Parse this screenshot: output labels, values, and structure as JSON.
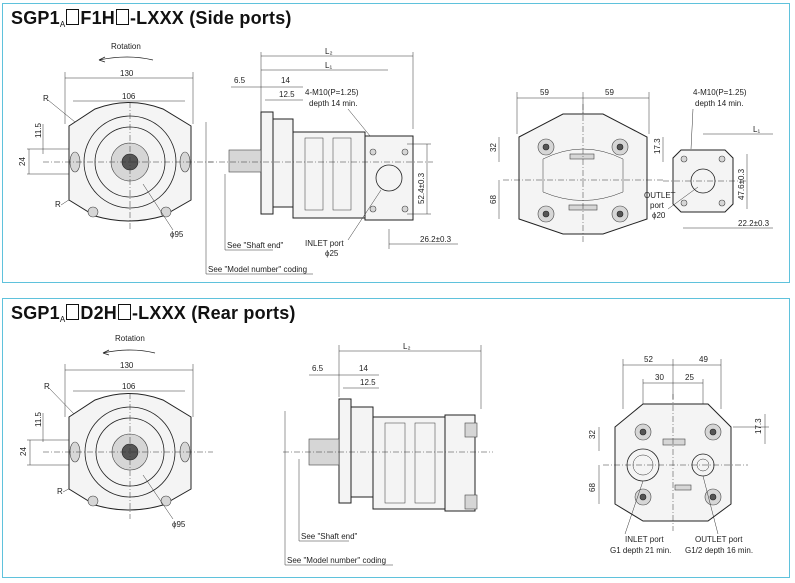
{
  "side_ports": {
    "title_main": "SGP1",
    "title_sub": "A",
    "title_mid": "F1H",
    "title_end": "-LXXX (Side ports)",
    "rotation": "Rotation",
    "dim_130": "130",
    "dim_106": "106",
    "dim_11_5": "11.5",
    "dim_24": "24",
    "label_r_top": "R",
    "label_r_bottom": "R",
    "dim_phi95": "ϕ95",
    "dim_l2": "L₂",
    "dim_l1": "L₁",
    "dim_6_5": "6.5",
    "dim_14": "14",
    "dim_12_5": "12.5",
    "bolt_spec": "4-M10(P=1.25)",
    "bolt_depth": "depth 14 min.",
    "dim_52_4": "52.4±0.3",
    "inlet_port": "INLET port",
    "inlet_dia": "ϕ25",
    "dim_26_2": "26.2±0.3",
    "see_shaft_end": "See \"Shaft end\"",
    "see_model_number": "See \"Model number\" coding",
    "dim_59_left": "59",
    "dim_59_right": "59",
    "dim_32": "32",
    "dim_68": "68",
    "dim_17_3": "17.3",
    "outlet_bolt_spec": "4-M10(P=1.25)",
    "outlet_bolt_depth": "depth 14 min.",
    "dim_l1_outlet": "L₁",
    "dim_47_6": "47.6±0.3",
    "outlet_port": "OUTLET",
    "outlet_port2": "port",
    "outlet_dia": "ϕ20",
    "dim_22_2": "22.2±0.3"
  },
  "rear_ports": {
    "title_main": "SGP1",
    "title_sub": "A",
    "title_mid": "D2H",
    "title_end": "-LXXX (Rear ports)",
    "rotation": "Rotation",
    "dim_130": "130",
    "dim_106": "106",
    "dim_11_5": "11.5",
    "dim_24": "24",
    "label_r_top": "R",
    "label_r_bottom": "R",
    "dim_phi95": "ϕ95",
    "dim_l2": "L₂",
    "dim_6_5": "6.5",
    "dim_14": "14",
    "dim_12_5": "12.5",
    "see_shaft_end": "See \"Shaft end\"",
    "see_model_number": "See \"Model number\" coding",
    "dim_52": "52",
    "dim_49": "49",
    "dim_30": "30",
    "dim_25": "25",
    "dim_32": "32",
    "dim_17_3": "17.3",
    "dim_68": "68",
    "inlet_port": "INLET port",
    "inlet_thread": "G1 depth 21 min.",
    "outlet_port": "OUTLET port",
    "outlet_thread": "G1/2 depth 16 min."
  },
  "colors": {
    "panel_border": "#5fc2dc"
  }
}
